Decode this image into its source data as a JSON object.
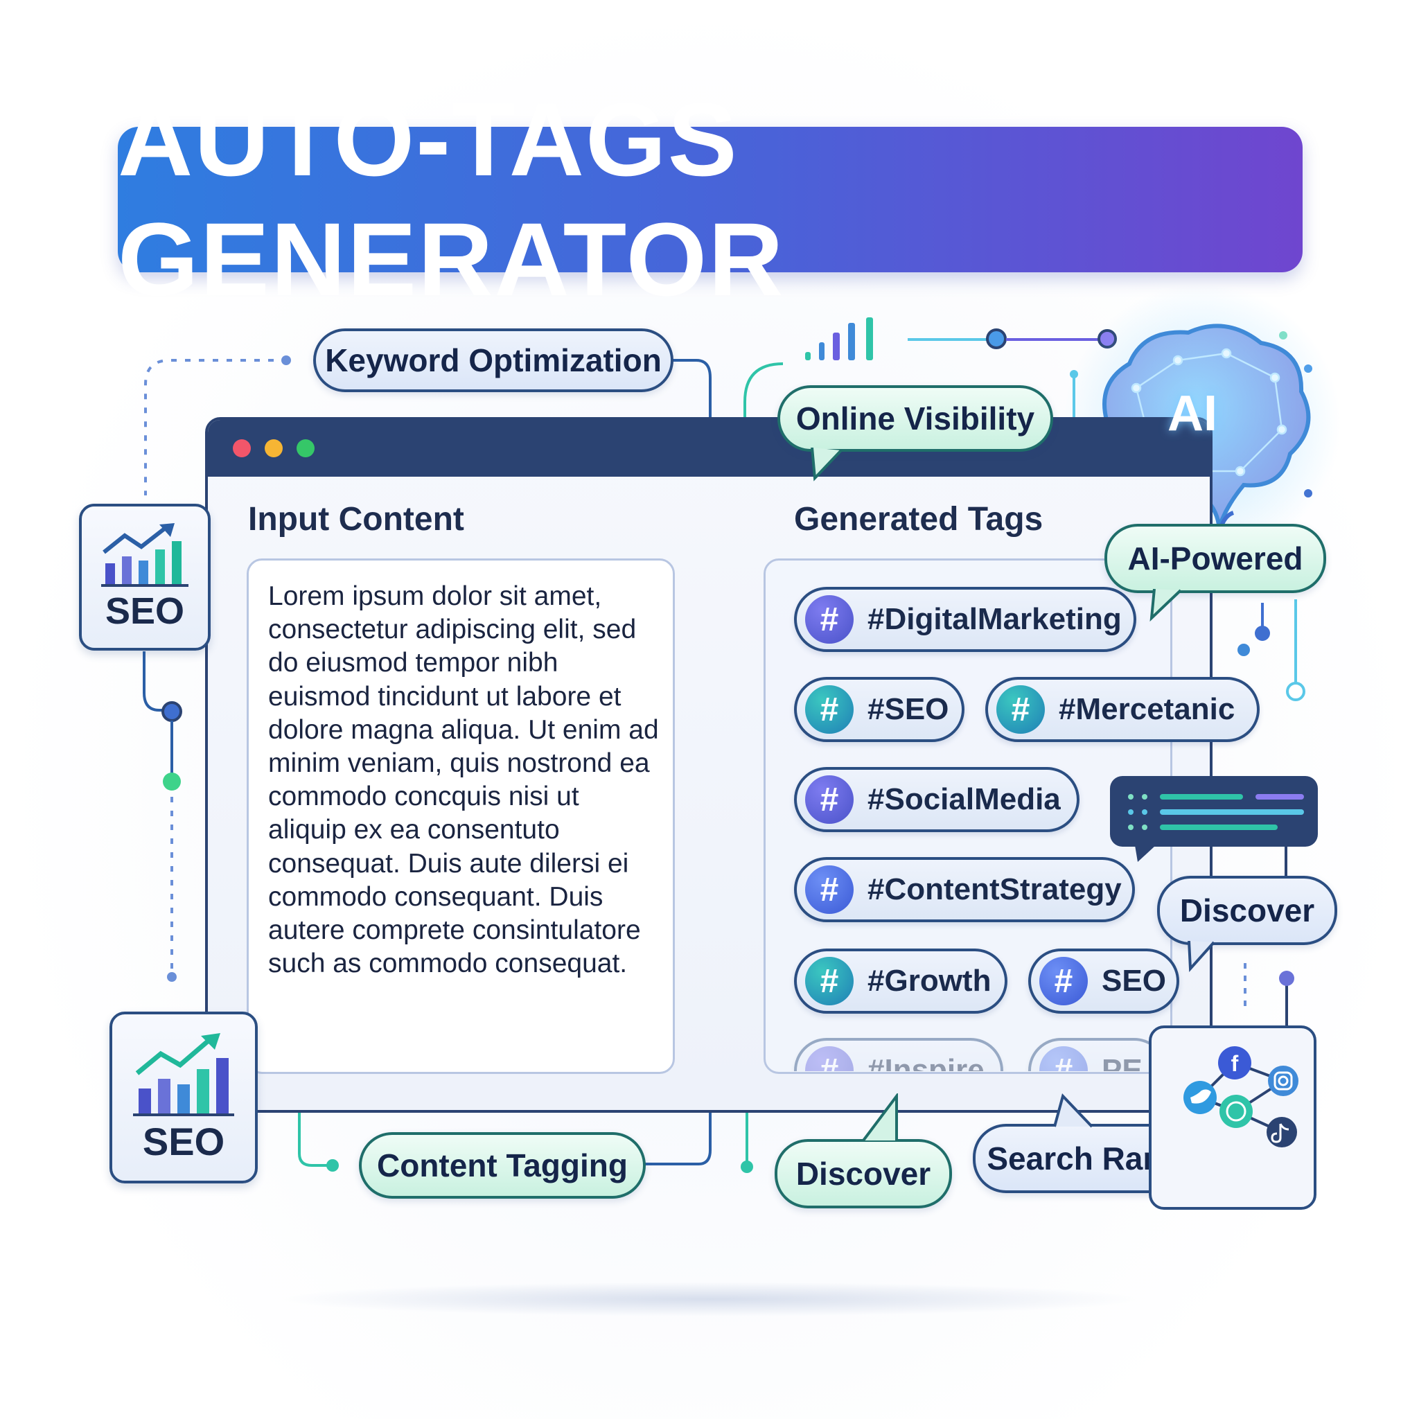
{
  "title": "AUTO-TAGS GENERATOR",
  "window": {
    "input_heading": "Input Content",
    "tags_heading": "Generated Tags",
    "input_text": "Lorem ipsum dolor sit amet, consectetur adipiscing elit, sed do eiusmod tempor nibh euismod tincidunt ut labore et dolore magna aliqua. Ut enim ad minim veniam, quis nostrond ea commodo concquis nisi ut aliquip ex ea consentuto consequat. Duis aute dilersi ei commodo consequant. Duis autere comprete consintulatore such as commodo consequat."
  },
  "tags": [
    {
      "label": "#DigitalMarketing",
      "icon": "hash-icon",
      "color": "#4a52c9"
    },
    {
      "label": "#SEO",
      "icon": "hash-icon",
      "color": "#1f7fb6"
    },
    {
      "label": "#Mercetanic",
      "icon": "hash-icon",
      "color": "#1f7fb6"
    },
    {
      "label": "#SocialMedia",
      "icon": "hash-icon",
      "color": "#4a52c9"
    },
    {
      "label": "#ContentStrategy",
      "icon": "hash-icon",
      "color": "#3b5ad6"
    },
    {
      "label": "#Growth",
      "icon": "hash-icon",
      "color": "#1f7fb6"
    },
    {
      "label": "SEO",
      "icon": "hash-icon",
      "color": "#3b5ad6"
    },
    {
      "label": "#Inspire",
      "icon": "hash-icon",
      "color": "#4a52c9"
    },
    {
      "label": "PE",
      "icon": "hash-icon",
      "color": "#3b5ad6"
    }
  ],
  "hash_symbol": "#",
  "pills": {
    "keyword_optimization": "Keyword Optimization",
    "online_visibility": "Online Visibility",
    "ai_powered": "AI-Powered",
    "discover_right": "Discover",
    "content_tagging": "Content Tagging",
    "discover_bottom": "Discover",
    "search_rankings": "Search Rankings"
  },
  "seo_badges": {
    "top_label": "SEO",
    "bottom_label": "SEO"
  },
  "ai_brain_label": "AI",
  "social_icons": [
    "facebook-icon",
    "instagram-icon",
    "twitter-icon",
    "whatsapp-icon",
    "tiktok-icon"
  ],
  "colors": {
    "title_gradient_start": "#2f7de0",
    "title_gradient_end": "#6f46cf",
    "navy": "#2b4372",
    "teal": "#2fc4a8",
    "purple": "#7b4fe0"
  }
}
